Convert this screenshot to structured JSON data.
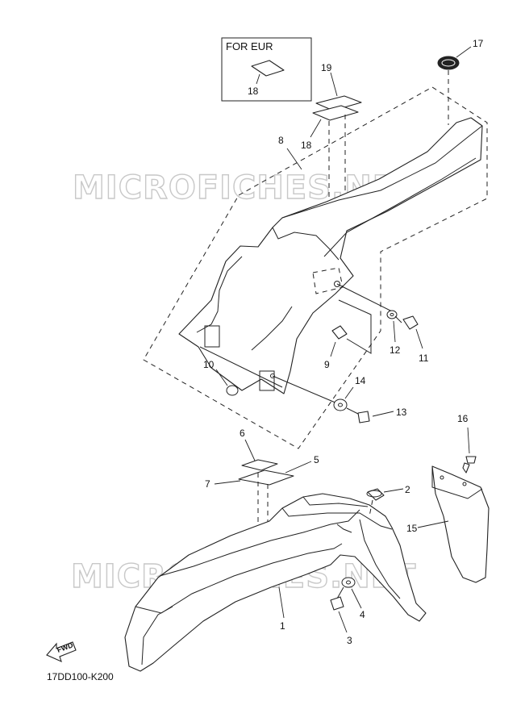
{
  "diagram": {
    "eur_box_label": "FOR EUR",
    "watermark_text": "MICROFICHES.NET",
    "fwd_label": "FWD",
    "diagram_code": "17DD100-K200",
    "callouts": {
      "c1": "1",
      "c2": "2",
      "c3": "3",
      "c4": "4",
      "c5": "5",
      "c6": "6",
      "c7": "7",
      "c8": "8",
      "c9": "9",
      "c10": "10",
      "c11": "11",
      "c12": "12",
      "c13": "13",
      "c14": "14",
      "c15": "15",
      "c16": "16",
      "c17": "17",
      "c18a": "18",
      "c18b": "18",
      "c19": "19"
    }
  }
}
